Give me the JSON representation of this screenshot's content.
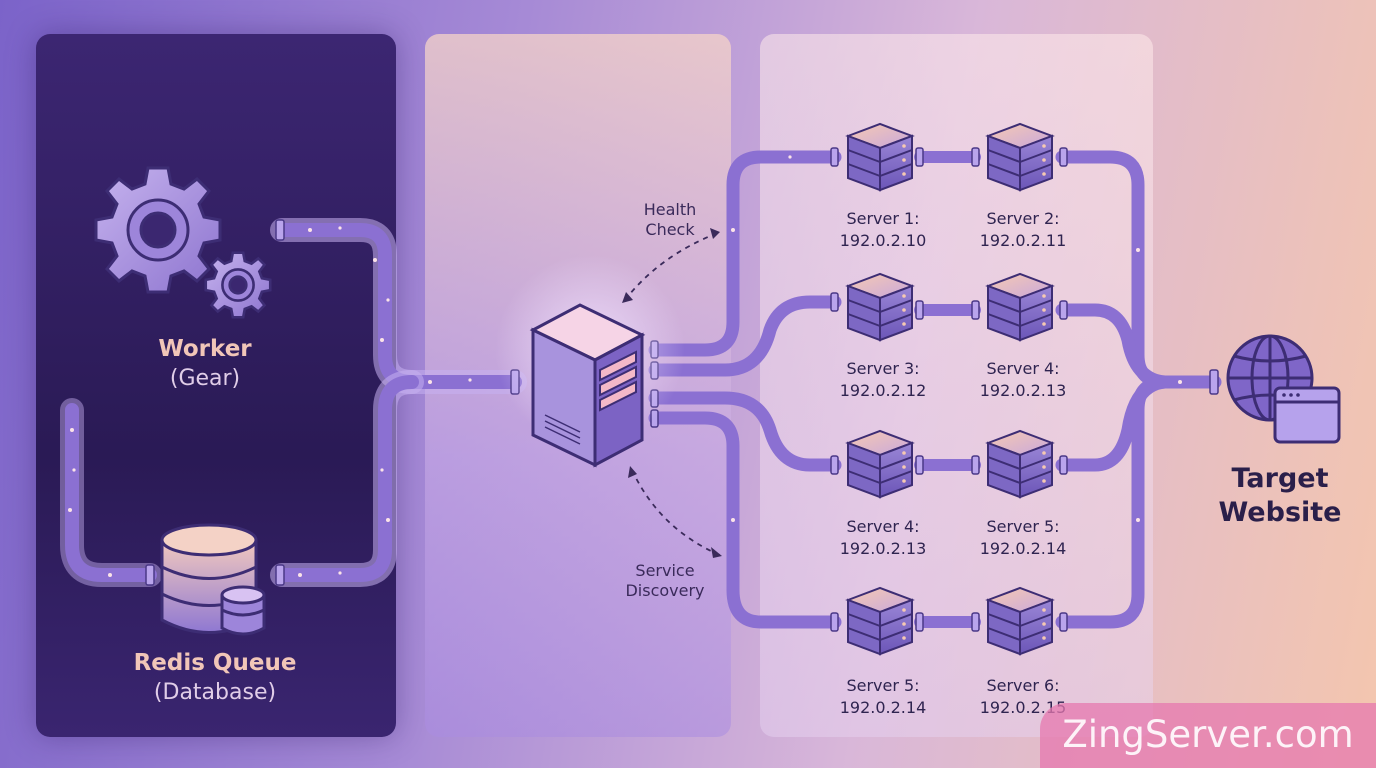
{
  "worker": {
    "title": "Worker",
    "subtitle": "(Gear)",
    "icon": "gear-icon"
  },
  "queue": {
    "title": "Redis Queue",
    "subtitle": "(Database)",
    "icon": "database-icon"
  },
  "balancer": {
    "icon": "server-tower-icon"
  },
  "health_check": {
    "line1": "Health",
    "line2": "Check"
  },
  "service_discovery": {
    "line1": "Service",
    "line2": "Discovery"
  },
  "servers": [
    {
      "name": "Server 1:",
      "ip": "192.0.2.10"
    },
    {
      "name": "Server 2:",
      "ip": "192.0.2.11"
    },
    {
      "name": "Server 3:",
      "ip": "192.0.2.12"
    },
    {
      "name": "Server 4:",
      "ip": "192.0.2.13"
    },
    {
      "name": "Server 4:",
      "ip": "192.0.2.13"
    },
    {
      "name": "Server 5:",
      "ip": "192.0.2.14"
    },
    {
      "name": "Server 5:",
      "ip": "192.0.2.14"
    },
    {
      "name": "Server 6:",
      "ip": "192.0.2.15"
    }
  ],
  "target": {
    "line1": "Target",
    "line2": "Website",
    "icon": "globe-browser-icon"
  },
  "watermark": "ZingServer.com",
  "colors": {
    "pipe": "#8a6fd0",
    "pipe_glow": "#c9b3f2",
    "panel_dark": "#2a1a55",
    "accent_peach": "#f1c6b8"
  }
}
